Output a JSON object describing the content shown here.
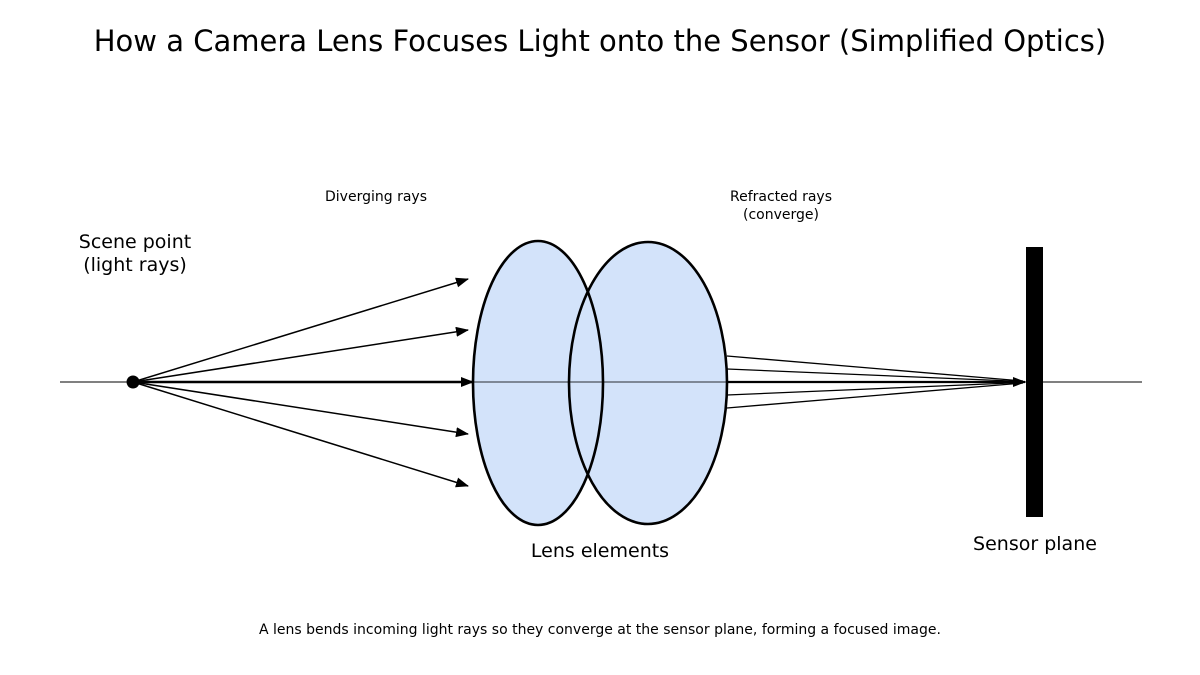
{
  "title": "How a Camera Lens Focuses Light onto the Sensor (Simplified Optics)",
  "labels": {
    "scene_point_line1": "Scene point",
    "scene_point_line2": "(light rays)",
    "diverging_rays": "Diverging rays",
    "refracted_rays_line1": "Refracted rays",
    "refracted_rays_line2": "(converge)",
    "lens_elements": "Lens elements",
    "sensor_plane": "Sensor plane"
  },
  "caption": "A lens bends incoming light rays so they converge at the sensor plane, forming a focused image.",
  "colors": {
    "lens_fill": "#d3e3fa",
    "lens_stroke": "#000000",
    "ray_color": "#000000",
    "sensor_color": "#000000",
    "background": "#ffffff",
    "text_color": "#000000"
  },
  "diagram": {
    "num_lens_elements": 2,
    "num_diverging_rays": 5,
    "num_refracted_rays": 5,
    "scene_point_marker": "filled-dot",
    "sensor_marker": "vertical-bar"
  }
}
